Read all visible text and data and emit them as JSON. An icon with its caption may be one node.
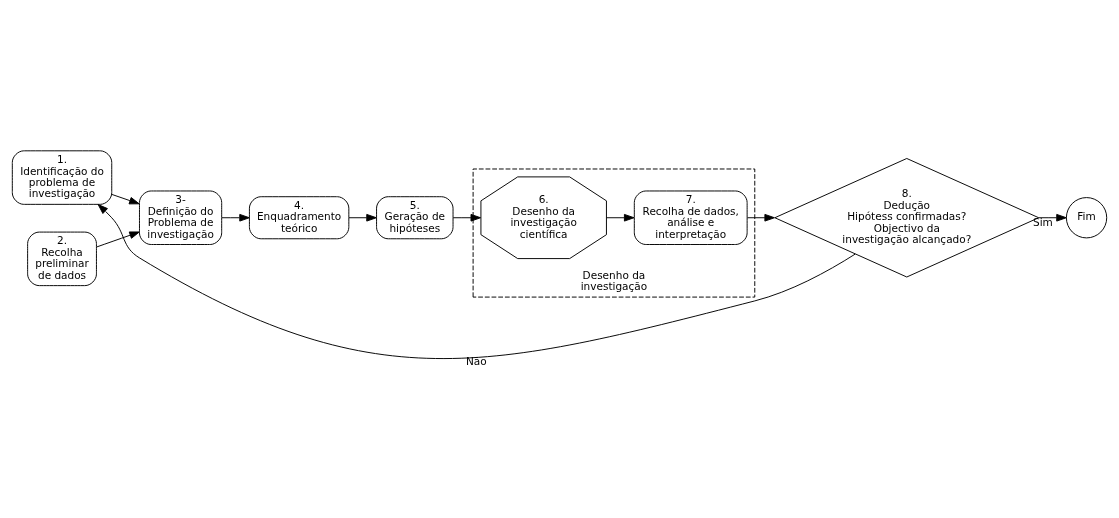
{
  "diagram": {
    "nodes": [
      {
        "text": [
          "1.",
          "Identificação do problema de investigação"
        ]
      },
      {
        "text": [
          "2.",
          "Recolha preliminar de dados"
        ]
      },
      {
        "text": [
          "3-",
          "Definição do Problema de investigação"
        ]
      },
      {
        "text": [
          "4.",
          "Enquadramento teórico"
        ]
      },
      {
        "text": [
          "5.",
          "Geração de hipóteses"
        ]
      },
      {
        "text": [
          "Desenho da investigação"
        ]
      },
      {
        "text": [
          "6.",
          "Desenho da investigação científica"
        ],
        "in": 5
      },
      {
        "text": [
          "7.",
          "Recolha de dados, análise e interpretação"
        ],
        "in": 5
      },
      {
        "text": [
          "8.",
          "Dedução",
          "Hipótess confirmadas? Objectivo da investigação alcançado?"
        ]
      },
      {
        "text": [
          "Fim"
        ]
      }
    ],
    "edges": [
      {
        "from": 0,
        "to": 2,
        "arrow": "to"
      },
      {
        "from": 1,
        "to": 2,
        "arrow": "to"
      },
      {
        "from": 2,
        "to": 3,
        "arrow": "to"
      },
      {
        "from": 3,
        "to": 4,
        "arrow": "to"
      },
      {
        "from": 4,
        "to": 6,
        "arrow": "to"
      },
      {
        "from": 6,
        "to": 7,
        "arrow": "to"
      },
      {
        "from": 7,
        "to": 8,
        "arrow": "to"
      },
      {
        "from": 8,
        "to": 0,
        "arrow": "to",
        "label": "Não"
      },
      {
        "from": 8,
        "to": 9,
        "arrow": "to",
        "label": "Sim"
      }
    ]
  }
}
